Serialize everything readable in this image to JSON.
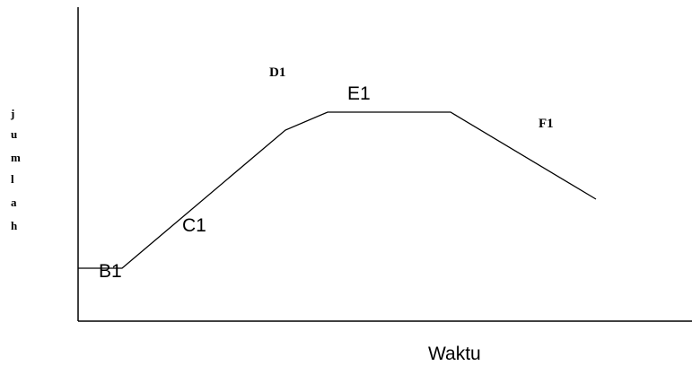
{
  "diagram": {
    "x_axis_label": "Waktu",
    "y_axis_label_letters": [
      "j",
      "u",
      "m",
      "l",
      "a",
      "h"
    ],
    "phase_labels": {
      "b1": "B1",
      "c1": "C1",
      "d1": "D1",
      "e1": "E1",
      "f1": "F1"
    },
    "line_color": "#000000"
  }
}
